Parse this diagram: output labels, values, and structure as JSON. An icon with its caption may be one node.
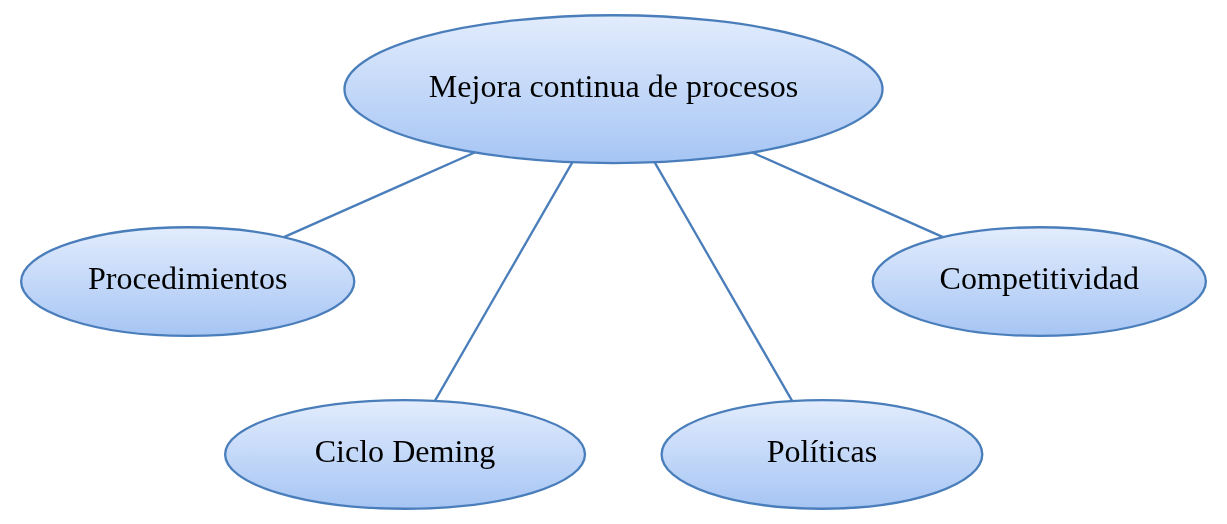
{
  "diagram": {
    "nodes": [
      {
        "text": [
          "Mejora continua de procesos"
        ]
      },
      {
        "text": [
          "Procedimientos"
        ]
      },
      {
        "text": [
          "Competitividad"
        ]
      },
      {
        "text": [
          "Ciclo Deming"
        ]
      },
      {
        "text": [
          "Políticas"
        ]
      }
    ],
    "edges": [
      {
        "from": 0,
        "to": 1,
        "arrow": "none"
      },
      {
        "from": 0,
        "to": 3,
        "arrow": "none"
      },
      {
        "from": 0,
        "to": 4,
        "arrow": "none"
      },
      {
        "from": 0,
        "to": 2,
        "arrow": "none"
      }
    ]
  }
}
